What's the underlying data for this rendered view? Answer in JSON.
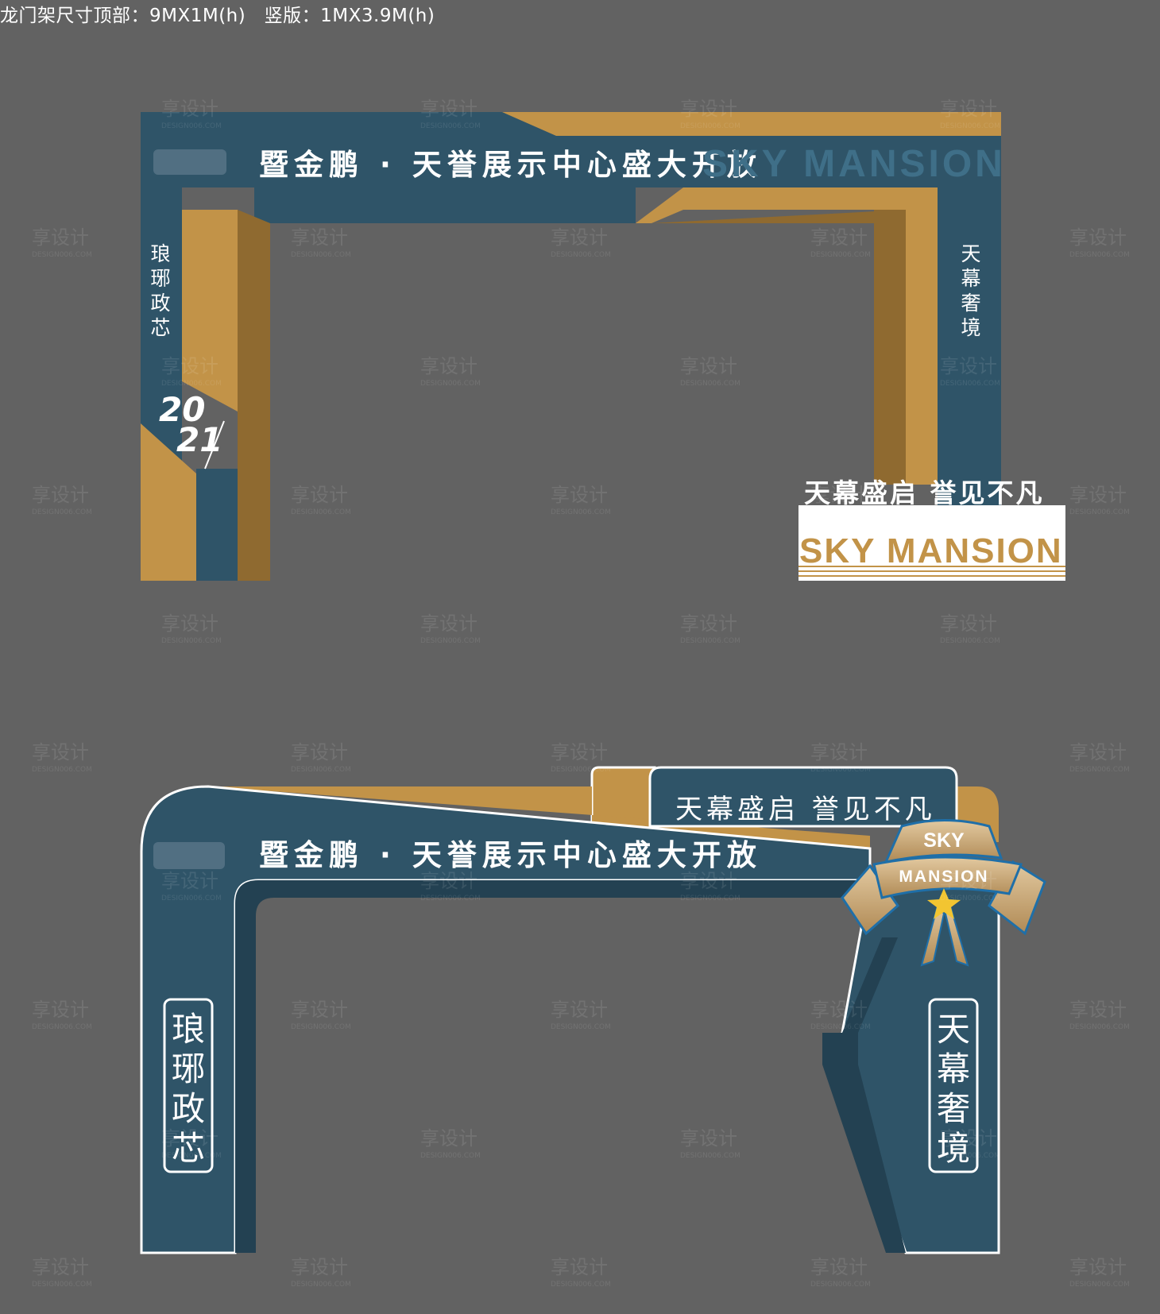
{
  "spec_text": "龙门架尺寸顶部：9MX1M(h)   竖版：1MX3.9M(h)",
  "design_a": {
    "headline": "暨金鹏 · 天誉展示中心盛大开放",
    "brand_en": "SKY MANSION",
    "left_vertical": [
      "琅",
      "琊",
      "政",
      "芯"
    ],
    "right_vertical": [
      "天",
      "幕",
      "奢",
      "境"
    ],
    "year_top": "20",
    "year_bottom": "21",
    "slogan": "天幕盛启  誉见不凡",
    "logo_text": "SKY MANSION"
  },
  "design_b": {
    "headline": "暨金鹏 · 天誉展示中心盛大开放",
    "slogan": "天幕盛启  誉见不凡",
    "left_vertical": [
      "琅",
      "琊",
      "政",
      "芯"
    ],
    "right_vertical": [
      "天",
      "幕",
      "奢",
      "境"
    ],
    "badge_top": "SKY",
    "badge_bottom": "MANSION"
  },
  "watermark": {
    "cn": "享设计",
    "en": "DESIGN006.COM"
  },
  "colors": {
    "background": "#626262",
    "navy": "#2f5468",
    "gold": "#c29348",
    "gold_dark": "#8f6a30"
  }
}
